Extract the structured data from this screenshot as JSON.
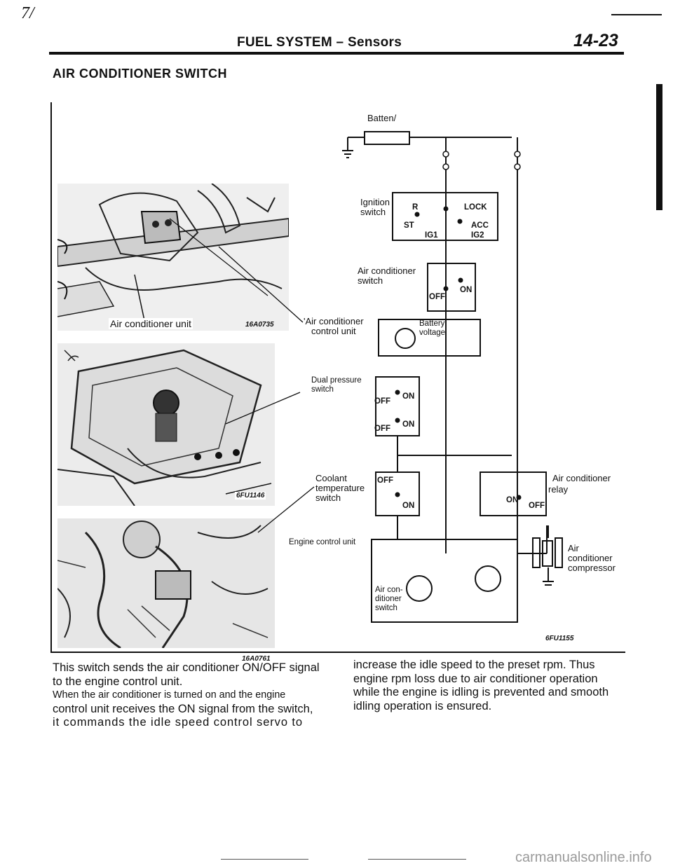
{
  "page_mark": "7/",
  "header": {
    "title": "FUEL SYSTEM – Sensors",
    "page_number": "14-23"
  },
  "section_title": "AIR CONDITIONER SWITCH",
  "photos": {
    "top": {
      "label": "Air conditioner unit",
      "code": "16A0735"
    },
    "middle": {
      "code": "6FU1146"
    },
    "bottom": {
      "code": "16A0761"
    }
  },
  "diagram": {
    "battery": "Batten/",
    "ignition_switch": {
      "label_1": "Ignition",
      "label_2": "switch",
      "r": "R",
      "lock": "LOCK",
      "st": "ST",
      "acc": "ACC",
      "ig1": "IG1",
      "ig2": "IG2"
    },
    "ac_switch": {
      "label_1": "Air conditioner",
      "label_2": "switch",
      "off": "OFF",
      "on": "ON"
    },
    "ac_control_unit": {
      "label_1": "'Air  conditioner",
      "label_2": "control unit",
      "battery_1": "Battery",
      "battery_2": "voltage"
    },
    "dual_pressure_switch": {
      "label_1": "Dual  pressure",
      "label_2": "switch",
      "off1": "OFF",
      "on1": "ON",
      "off2": "OFF",
      "on2": "ON"
    },
    "coolant_switch": {
      "label_1": "Coolant",
      "label_2": "temperature",
      "label_3": "switch",
      "off": "OFF",
      "on": "ON"
    },
    "ac_relay": {
      "label_1": "Air conditioner",
      "label_2": "relay",
      "on": "ON",
      "off": "OFF"
    },
    "ecu": {
      "label": "Engine  control  unit",
      "inner_1": "Air con-",
      "inner_2": "ditioner",
      "inner_3": "switch"
    },
    "compressor": {
      "label_1": "Air",
      "label_2": "conditioner",
      "label_3": "compressor"
    },
    "code": "6FU1155"
  },
  "body": {
    "left_lines": [
      "This switch sends the air conditioner ON/OFF signal",
      "to the engine control unit.",
      "When the air conditioner is turned on and the engine",
      "control unit receives the ON signal from the switch,",
      "it commands the idle speed control servo to"
    ],
    "right_lines": [
      "increase the idle speed to the preset rpm. Thus",
      "engine rpm loss due to air conditioner operation",
      "while the engine is idling is prevented and smooth",
      "idling operation is ensured."
    ]
  },
  "watermark": "carmanualsonline.info"
}
